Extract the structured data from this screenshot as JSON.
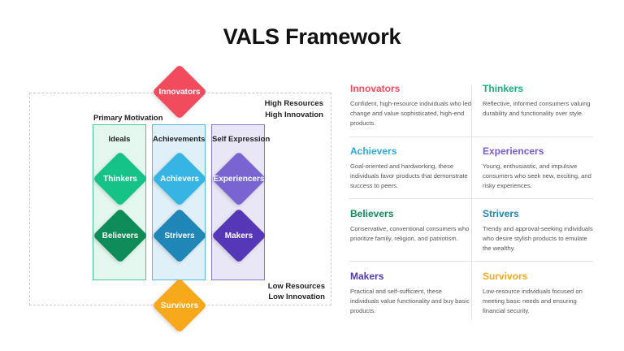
{
  "title": "VALS Framework",
  "labels": {
    "primary_motivation": "Primary Motivation",
    "high_resources": "High Resources",
    "high_innovation": "High Innovation",
    "low_resources": "Low Resources",
    "low_innovation": "Low Innovation"
  },
  "columns": {
    "ideals": "Ideals",
    "achievements": "Achievements",
    "self_expression": "Self Expression"
  },
  "diamonds": {
    "innovators": "Innovators",
    "thinkers": "Thinkers",
    "achievers": "Achievers",
    "experiencers": "Experiencers",
    "believers": "Believers",
    "strivers": "Strivers",
    "makers": "Makers",
    "survivors": "Survivors"
  },
  "colors": {
    "innovators": "#f24b5e",
    "ideals_green": "#15c287",
    "ideals_dark_green": "#0e8c57",
    "achieve_light_blue": "#36b5e5",
    "achieve_dark_blue": "#1f86b7",
    "self_light_purple": "#7a64d2",
    "self_dark_purple": "#5438b5",
    "survivors": "#f7a81b"
  },
  "cards": {
    "innovators": {
      "title": "Innovators",
      "desc": "Confident, high-resource individuals who led change and value sophisticated, high-end products.",
      "color": "#f24b5e"
    },
    "thinkers": {
      "title": "Thinkers",
      "desc": "Reflective, informed consumers valuing durability and functionality over style.",
      "color": "#13b07a"
    },
    "achievers": {
      "title": "Achievers",
      "desc": "Goal-oriented and hardworking, these individuals favor products that demonstrate success to peers.",
      "color": "#2ea9dc"
    },
    "experiencers": {
      "title": "Experiencers",
      "desc": "Young, enthusiastic, and impulsive consumers who seek new, exciting, and risky experiences.",
      "color": "#7a5bd0"
    },
    "believers": {
      "title": "Believers",
      "desc": "Conservative, conventional consumers who prioritize family, religion, and patriotism.",
      "color": "#0e8c57"
    },
    "strivers": {
      "title": "Strivers",
      "desc": "Trendy and approval-seeking individuals who desire stylish products to emulate the wealthy.",
      "color": "#1f86b7"
    },
    "makers": {
      "title": "Makers",
      "desc": "Practical and self-sufficient, these individuals value functionality and buy basic products.",
      "color": "#5438b5"
    },
    "survivors": {
      "title": "Survivors",
      "desc": "Low-resource individuals focused on meeting basic needs and ensuring financial security.",
      "color": "#f7a81b"
    }
  }
}
